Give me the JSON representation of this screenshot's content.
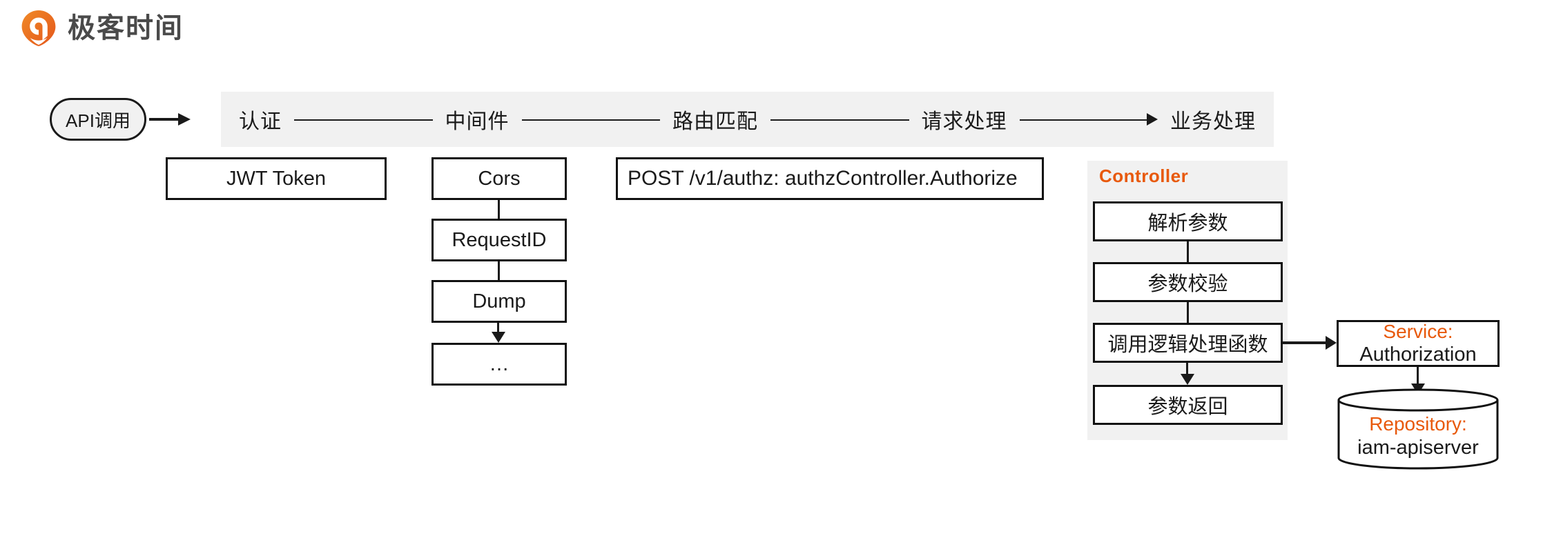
{
  "brand": {
    "name": "极客时间",
    "logo_icon": "geekbang-pin-logo-icon",
    "logo_color": "#ED6C1F",
    "text_color": "#4a4a4a"
  },
  "entry": {
    "label": "API调用",
    "arrow_icon": "arrow-right-icon"
  },
  "stages": [
    {
      "label": "认证"
    },
    {
      "label": "中间件"
    },
    {
      "label": "路由匹配"
    },
    {
      "label": "请求处理"
    },
    {
      "label": "业务处理"
    }
  ],
  "stage_connectors": [
    {
      "type": "line"
    },
    {
      "type": "line"
    },
    {
      "type": "line"
    },
    {
      "type": "arrow"
    }
  ],
  "auth": {
    "box_label": "JWT Token"
  },
  "middleware": {
    "boxes": [
      {
        "label": "Cors"
      },
      {
        "label": "RequestID"
      },
      {
        "label": "Dump"
      },
      {
        "label": "…"
      }
    ]
  },
  "route": {
    "box_label": "POST  /v1/authz: authzController.Authorize"
  },
  "controller": {
    "title": "Controller",
    "title_color": "#e8590c",
    "panel_color": "#f1f1f1",
    "steps": [
      {
        "label": "解析参数"
      },
      {
        "label": "参数校验"
      },
      {
        "label": "调用逻辑处理函数"
      },
      {
        "label": "参数返回"
      }
    ]
  },
  "service": {
    "kind": "Service:",
    "name": "Authorization",
    "kind_color": "#e8590c"
  },
  "repository": {
    "kind": "Repository:",
    "name": "iam-apiserver",
    "kind_color": "#e8590c",
    "shape": "database-cylinder-icon"
  },
  "colors": {
    "band_gray": "#f1f1f1",
    "stroke": "#111111",
    "accent_orange": "#e8590c",
    "page_background": "#ffffff"
  }
}
